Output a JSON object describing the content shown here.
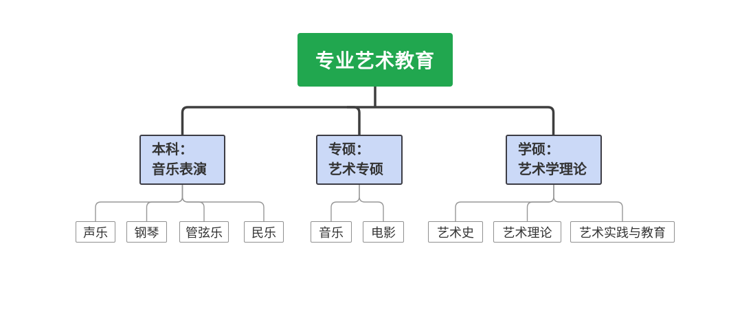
{
  "diagram": {
    "root": {
      "label": "专业艺术教育"
    },
    "branches": [
      {
        "label": "本科：\n音乐表演",
        "children": [
          "声乐",
          "钢琴",
          "管弦乐",
          "民乐"
        ]
      },
      {
        "label": "专硕：\n艺术专硕",
        "children": [
          "音乐",
          "电影"
        ]
      },
      {
        "label": "学硕：\n艺术学理论",
        "children": [
          "艺术史",
          "艺术理论",
          "艺术实践与教育"
        ]
      }
    ],
    "colors": {
      "root_bg": "#21A74F",
      "root_text": "#FFFFFF",
      "branch_bg": "#CBD9F7",
      "branch_border": "#3C3C44",
      "leaf_border": "#8F8F8F",
      "text": "#333333",
      "connector_thick": "#3E3E3E",
      "connector_thin": "#979797"
    }
  }
}
